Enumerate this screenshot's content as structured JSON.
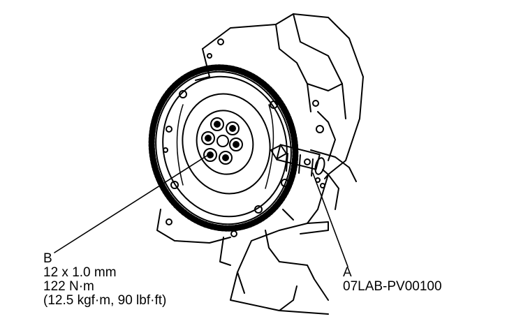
{
  "callouts": {
    "b": {
      "letter": "B",
      "size": "12 x 1.0 mm",
      "torque_nm": "122 N·m",
      "torque_alt": "(12.5 kgf·m, 90 lbf·ft)"
    },
    "a": {
      "letter": "A",
      "part_number": "07LAB-PV00100"
    }
  },
  "colors": {
    "ink": "#000000",
    "paper": "#ffffff"
  }
}
